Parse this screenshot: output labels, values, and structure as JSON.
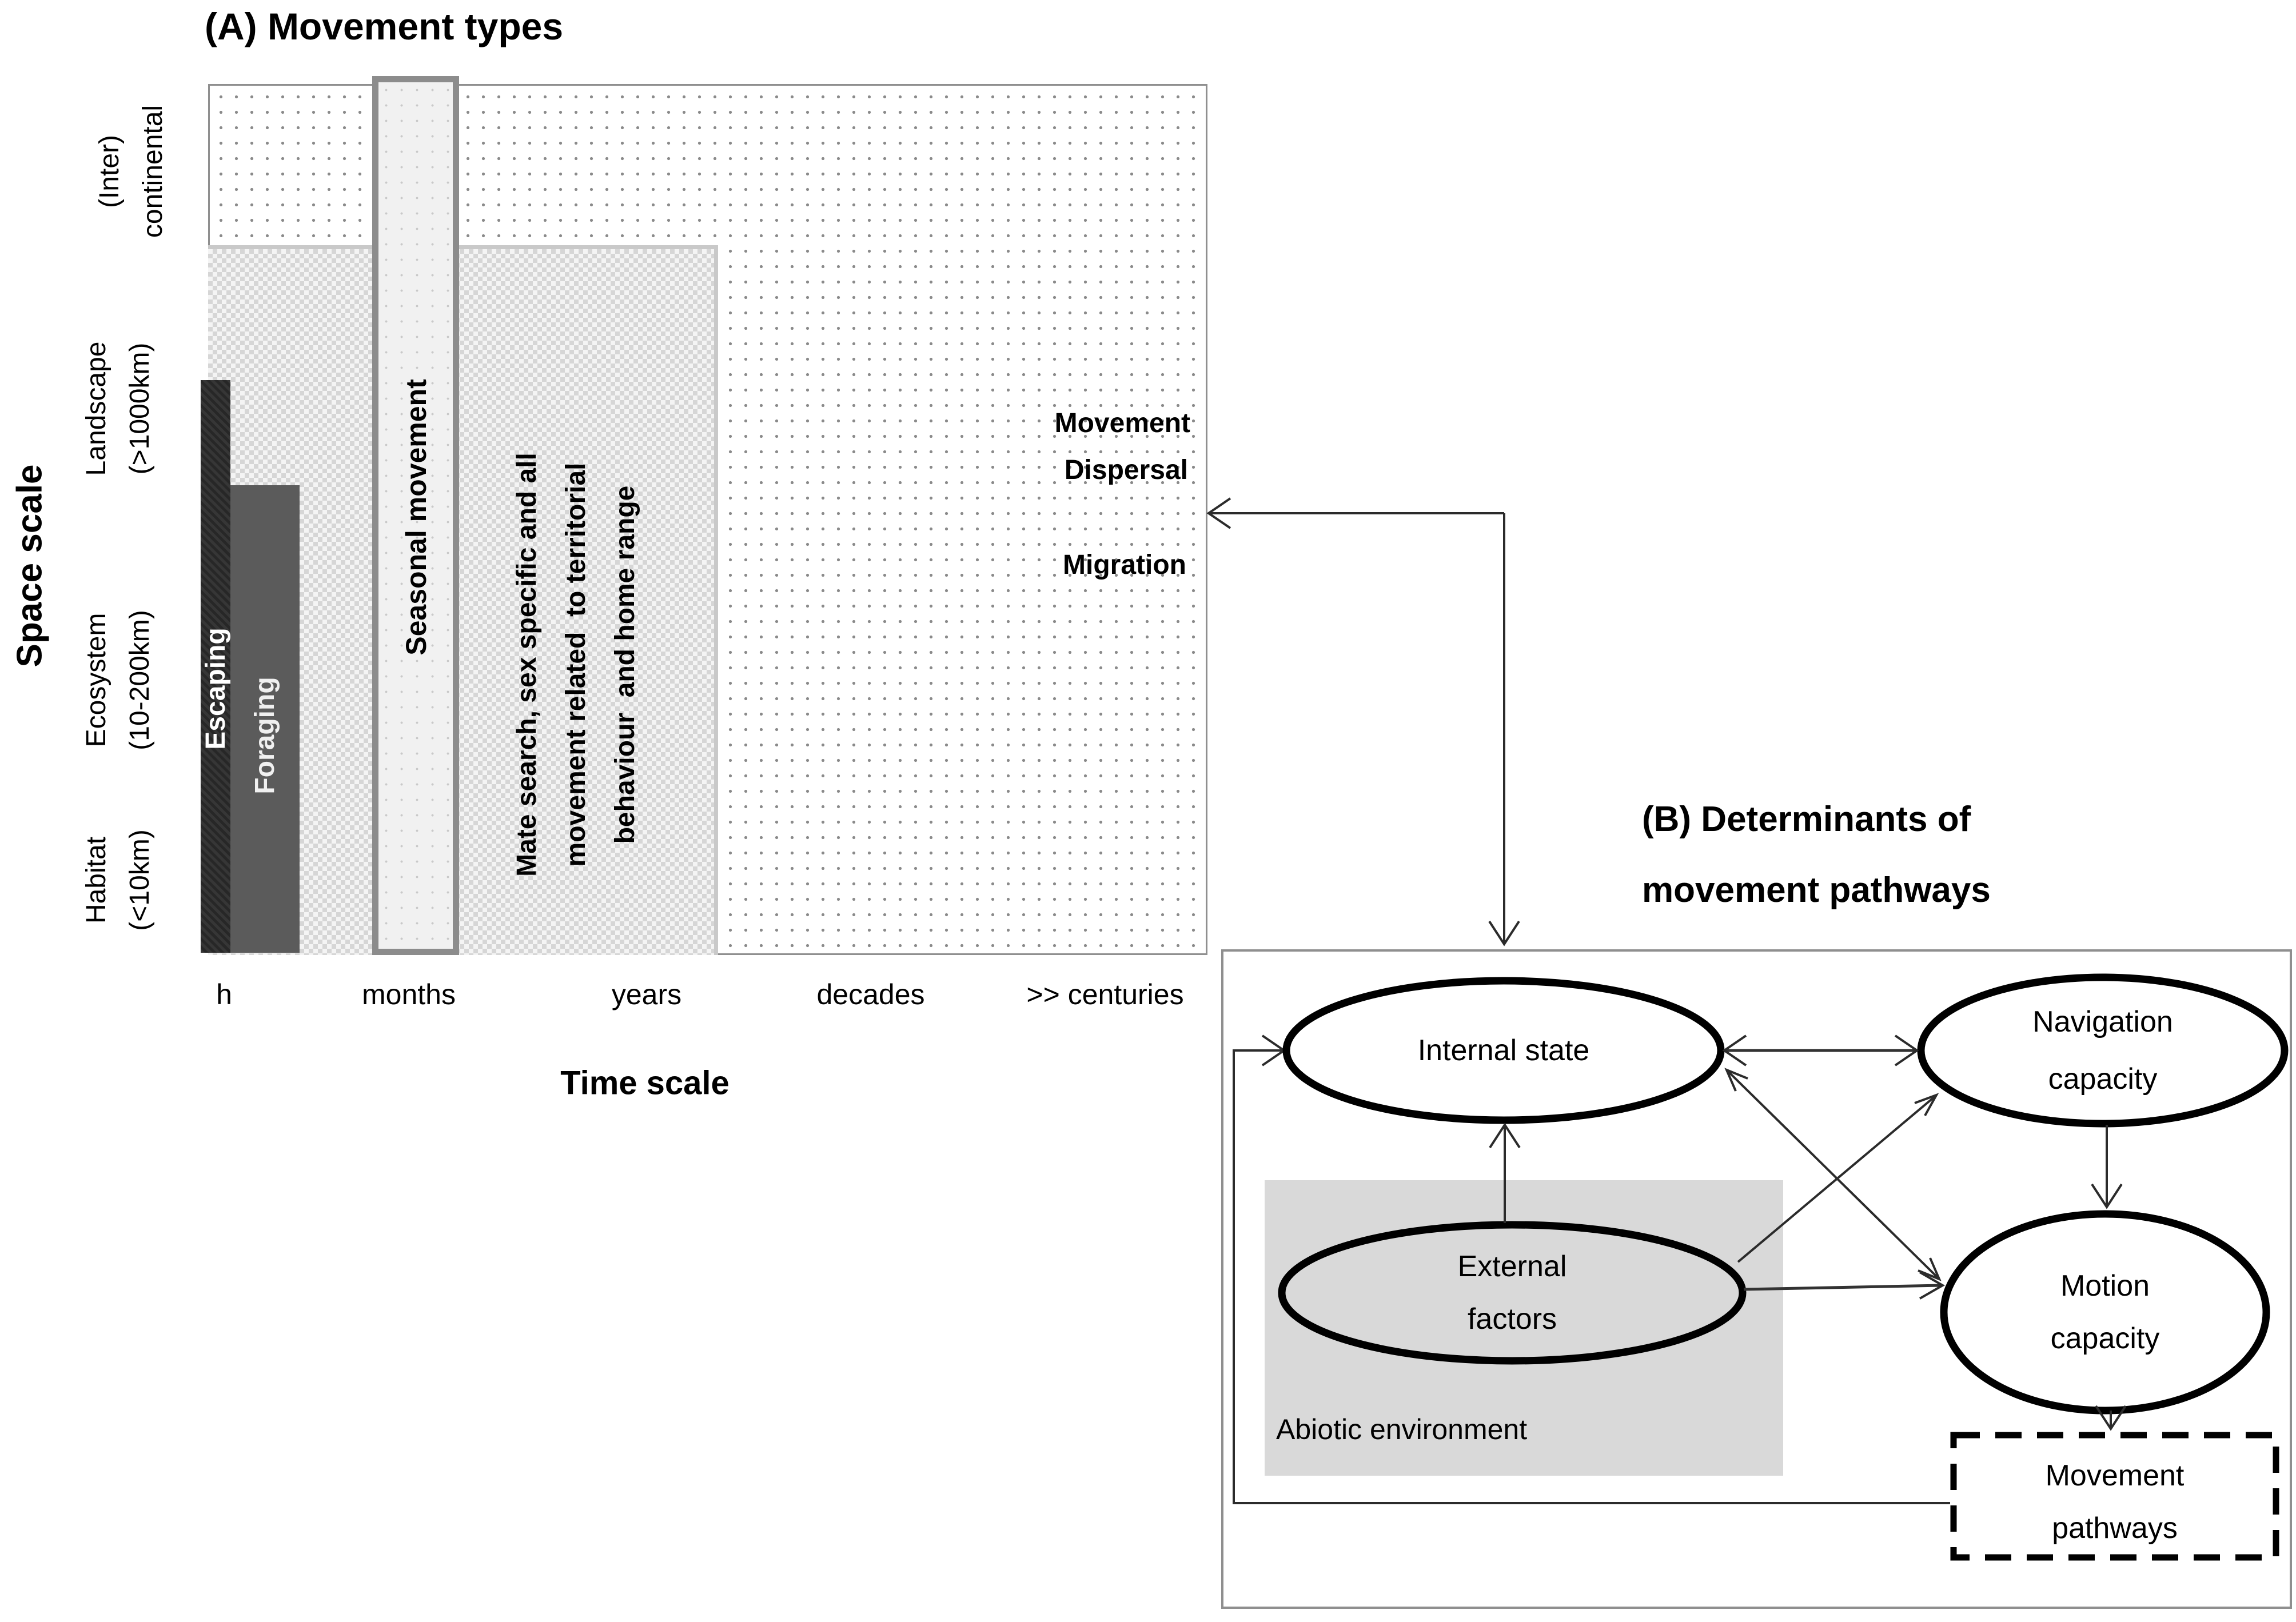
{
  "panelA": {
    "title": "(A) Movement types",
    "y_axis_title": "Space scale",
    "x_axis_title": "Time scale",
    "x_ticks": [
      "h",
      "months",
      "years",
      "decades",
      ">> centuries"
    ],
    "y_categories": [
      "(Inter)\ncontinental",
      "Landscape\n(>1000km)",
      "Ecosystem\n(10-200km)",
      "Habitat\n(<10km)"
    ],
    "bars": {
      "escaping": "Escaping",
      "foraging": "Foraging",
      "seasonal": "Seasonal movement",
      "mate_search": "Mate search, sex specific and all\nmovement related  to territorial\nbehaviour  and home range"
    },
    "annotations": {
      "movement": "Movement",
      "dispersal": "Dispersal",
      "migration": "Migration"
    }
  },
  "panelB": {
    "title": "(B) Determinants of\nmovement pathways",
    "nodes": {
      "internal_state": "Internal state",
      "navigation_capacity": "Navigation\ncapacity",
      "external_factors": "External\nfactors",
      "motion_capacity": "Motion\ncapacity",
      "movement_pathways": "Movement\npathways"
    },
    "labels": {
      "abiotic": "Abiotic environment"
    }
  },
  "colors": {
    "escaping_bar": "#272727",
    "foraging_bar": "#5b5b5b",
    "seasonal_fill": "#f1f1f1",
    "seasonal_border": "#8c8c8c",
    "checker": "#d6d6d6",
    "abiotic_box": "#d9d9d9",
    "box_border": "#8f8f8f",
    "ink": "#000000"
  }
}
